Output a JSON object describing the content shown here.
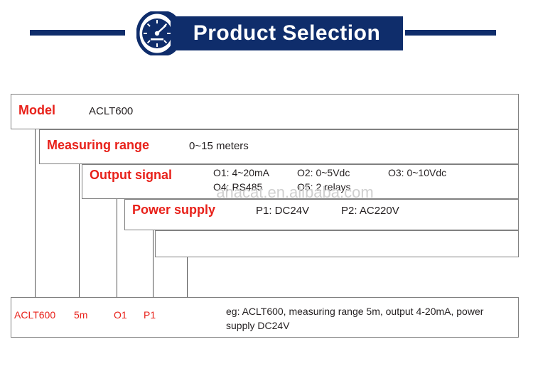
{
  "header": {
    "title": "Product  Selection",
    "icon": "gauge-icon",
    "banner_color": "#0f2d6b",
    "rule_color": "#0f2d6b"
  },
  "diagram": {
    "accent_color": "#e8211a",
    "rows": [
      {
        "label": "Model",
        "value": "ACLT600"
      },
      {
        "label": "Measuring range",
        "value": "0~15 meters"
      }
    ],
    "output_signal": {
      "label": "Output signal",
      "options": [
        "O1: 4~20mA",
        "O2: 0~5Vdc",
        "O3: 0~10Vdc",
        "O4: RS485",
        "O5: 2 relays"
      ]
    },
    "power_supply": {
      "label": "Power supply",
      "options": [
        "P1: DC24V",
        "P2: AC220V"
      ]
    },
    "example": {
      "tokens": [
        "ACLT600",
        "5m",
        "O1",
        "P1"
      ],
      "text": "eg: ACLT600, measuring range 5m, output 4-20mA, power supply DC24V"
    }
  },
  "watermark": "ahacat.en.alibaba.com"
}
